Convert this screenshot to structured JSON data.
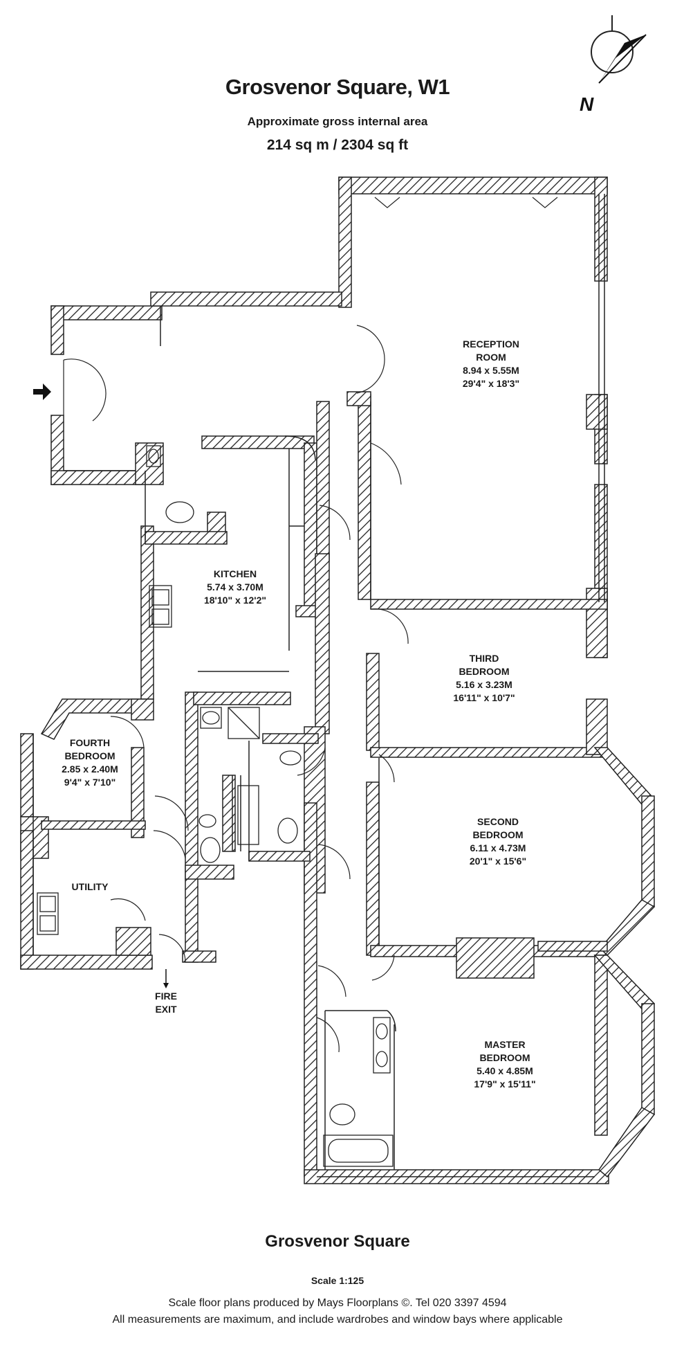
{
  "header": {
    "title": "Grosvenor Square, W1",
    "area_label": "Approximate gross internal area",
    "area_value": "214 sq m  /  2304 sq ft"
  },
  "compass": {
    "label": "N"
  },
  "rooms": {
    "reception": {
      "name1": "RECEPTION",
      "name2": "ROOM",
      "metric": "8.94 x 5.55M",
      "imperial": "29'4\" x 18'3\""
    },
    "kitchen": {
      "name1": "KITCHEN",
      "metric": "5.74 x 3.70M",
      "imperial": "18'10\" x 12'2\""
    },
    "third": {
      "name1": "THIRD",
      "name2": "BEDROOM",
      "metric": "5.16 x 3.23M",
      "imperial": "16'11\" x 10'7\""
    },
    "fourth": {
      "name1": "FOURTH",
      "name2": "BEDROOM",
      "metric": "2.85 x 2.40M",
      "imperial": "9'4\" x 7'10\""
    },
    "second": {
      "name1": "SECOND",
      "name2": "BEDROOM",
      "metric": "6.11 x 4.73M",
      "imperial": "20'1\" x 15'6\""
    },
    "utility": {
      "name1": "UTILITY"
    },
    "master": {
      "name1": "MASTER",
      "name2": "BEDROOM",
      "metric": "5.40 x 4.85M",
      "imperial": "17'9\" x 15'11\""
    }
  },
  "fire_exit": {
    "line1": "FIRE",
    "line2": "EXIT"
  },
  "footer": {
    "title": "Grosvenor Square",
    "scale": "Scale 1:125",
    "credit1": "Scale floor plans produced by Mays Floorplans ©. Tel 020 3397 4594",
    "credit2": "All measurements are maximum, and include wardrobes and window bays where applicable"
  }
}
